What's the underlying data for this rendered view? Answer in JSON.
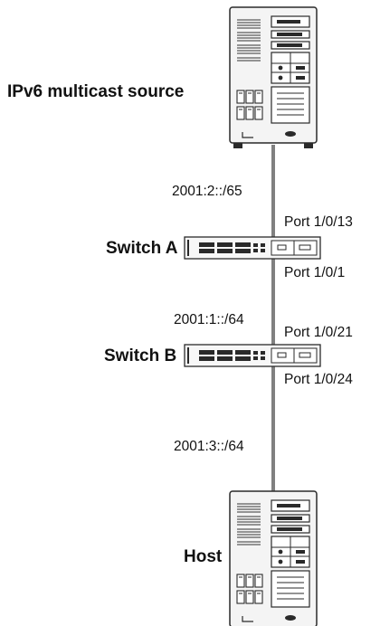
{
  "nodes": {
    "source_label": "IPv6 multicast source",
    "switch_a_label": "Switch A",
    "switch_b_label": "Switch B",
    "host_label": "Host"
  },
  "links": {
    "source_to_a": "2001:2::/65",
    "a_to_b": "2001:1::/64",
    "b_to_host": "2001:3::/64"
  },
  "ports": {
    "a_upper": "Port 1/0/13",
    "a_lower": "Port 1/0/1",
    "b_upper": "Port 1/0/21",
    "b_lower": "Port 1/0/24"
  },
  "colors": {
    "line": "#808080",
    "device_fill": "#f4f4f4",
    "device_stroke": "#2a2a2a",
    "text": "#111111"
  },
  "icons": {
    "source": "server-tower-icon",
    "switch_a": "network-switch-icon",
    "switch_b": "network-switch-icon",
    "host": "server-tower-icon"
  }
}
